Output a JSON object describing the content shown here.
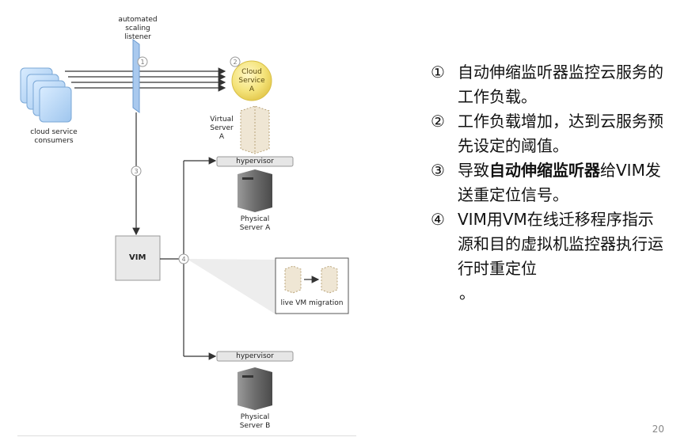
{
  "diagram": {
    "labels": {
      "listener": [
        "automated",
        "scaling",
        "listener"
      ],
      "consumers": [
        "cloud service",
        "consumers"
      ],
      "cloud_service": [
        "Cloud",
        "Service",
        "A"
      ],
      "virtual_server": [
        "Virtual",
        "Server",
        "A"
      ],
      "hypervisor_a": "hypervisor",
      "physical_a": [
        "Physical",
        "Server A"
      ],
      "vim": "VIM",
      "migration": "live VM migration",
      "hypervisor_b": "hypervisor",
      "physical_b": [
        "Physical",
        "Server B"
      ]
    },
    "step_markers": [
      "1",
      "2",
      "3",
      "4"
    ]
  },
  "panel": {
    "items": [
      {
        "num": "①",
        "text": "自动伸缩监听器监控云服务的工作负载。"
      },
      {
        "num": "②",
        "text": "工作负载增加，达到云服务预先设定的阈值。"
      },
      {
        "num": "③",
        "before": "导致",
        "bold": "自动伸缩监听器",
        "after": "给VIM发送重定位信号。"
      },
      {
        "num": "④",
        "text": "VIM用VM在线迁移程序指示源和目的虚拟机监控器执行运行时重定位"
      }
    ],
    "tail": "。"
  },
  "page_number": "20"
}
